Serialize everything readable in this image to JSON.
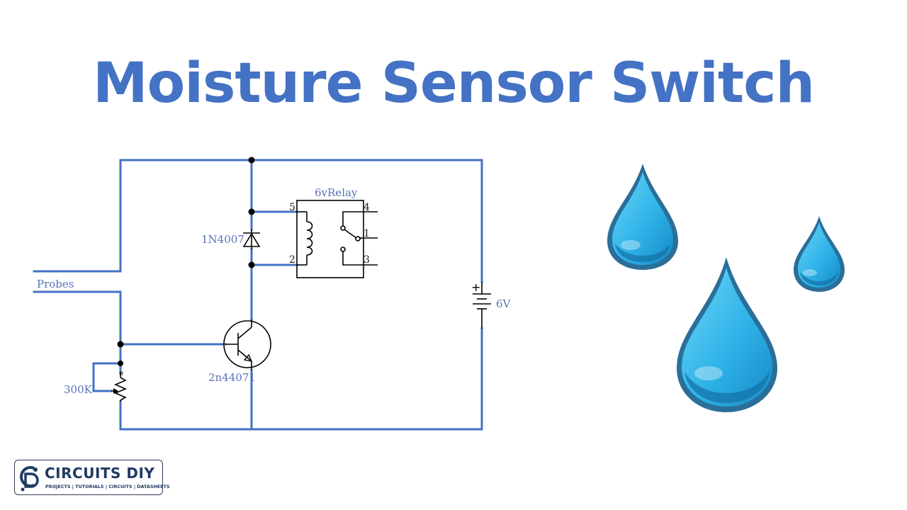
{
  "title": "Moisture Sensor Switch",
  "labels": {
    "relay": "6vRelay",
    "diode": "1N4007",
    "probes": "Probes",
    "battery": "6V",
    "battery_plus": "+",
    "transistor": "2n44071",
    "pot": "300K"
  },
  "relay_pins": {
    "p5": "5",
    "p2": "2",
    "p4": "4",
    "p1": "1",
    "p3": "3"
  },
  "logo": {
    "name": "CIRCUITS DIY",
    "tagline": "PROJECTS | TUTORIALS | CIRCUITS | DATASHEETS"
  },
  "colors": {
    "title": "#4472c4",
    "wire": "#4472c4",
    "drop_light": "#4dc8f4",
    "drop_dark": "#2a6f9a"
  }
}
